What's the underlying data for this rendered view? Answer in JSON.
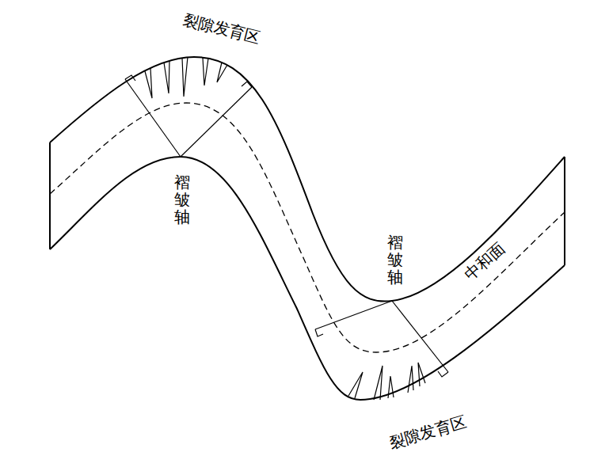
{
  "diagram": {
    "labels": [
      "裂隙发育区",
      "褶皱轴",
      "褶皱轴",
      "中和面",
      "裂隙发育区"
    ]
  }
}
